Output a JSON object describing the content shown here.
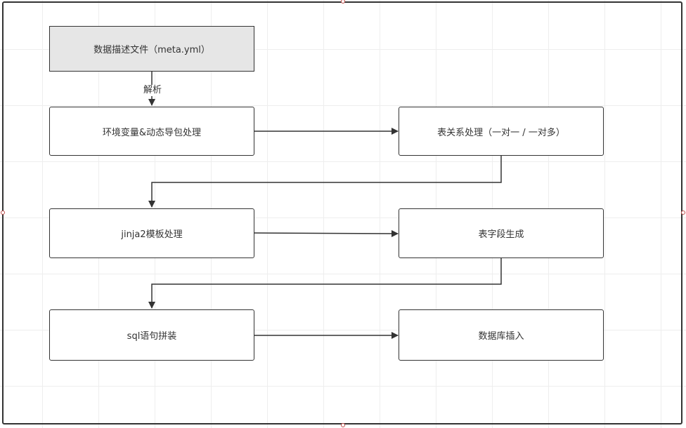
{
  "diagram": {
    "nodes": {
      "meta": "数据描述文件（meta.yml）",
      "env": "环境变量&动态导包处理",
      "relation": "表关系处理（一对一 / 一对多）",
      "jinja": "jinja2模板处理",
      "fields": "表字段生成",
      "sql": "sql语句拼装",
      "insert": "数据库插入"
    },
    "edge_labels": {
      "parse": "解析"
    },
    "colors": {
      "stroke": "#333333",
      "source_fill": "#e6e6e6",
      "handle": "#c0504d"
    }
  }
}
